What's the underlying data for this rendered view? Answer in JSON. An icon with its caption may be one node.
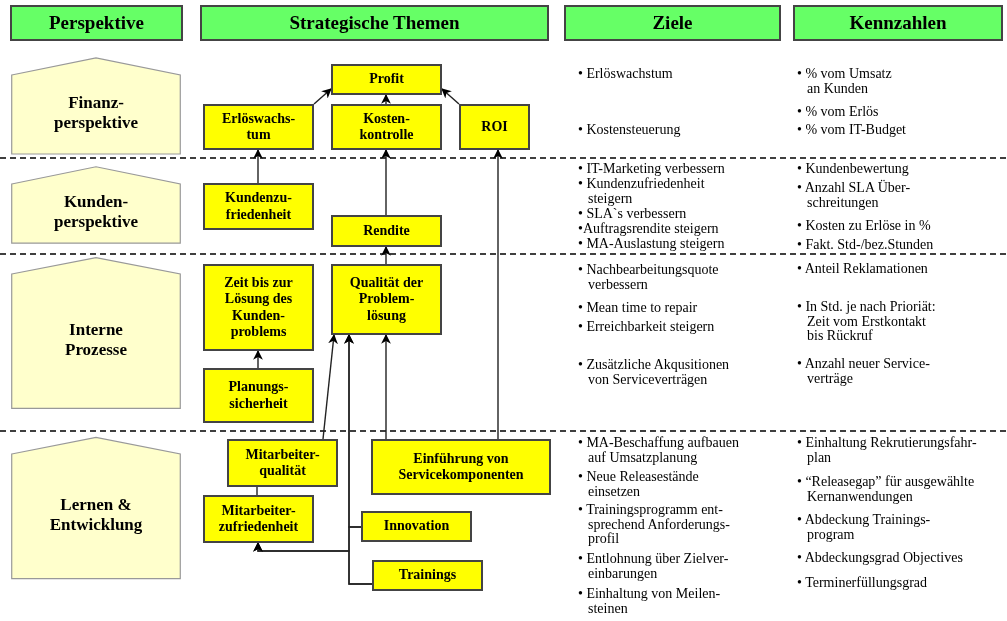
{
  "diagram": {
    "nodes": [
      {
        "text": [
          "Perspektive"
        ]
      },
      {
        "text": [
          "Strategische Themen"
        ]
      },
      {
        "text": [
          "Ziele"
        ]
      },
      {
        "text": [
          "Kennzahlen"
        ]
      },
      {
        "text": [
          "Finanz- perspektive"
        ]
      },
      {
        "text": [
          "Profit"
        ]
      },
      {
        "text": [
          "Erlöswachs- tum"
        ]
      },
      {
        "text": [
          "Kosten- kontrolle"
        ]
      },
      {
        "text": [
          "ROI"
        ]
      },
      {
        "text": [
          "Kunden- perspektive"
        ]
      },
      {
        "text": [
          "Kundenzu- friedenheit"
        ]
      },
      {
        "text": [
          "Rendite"
        ]
      },
      {
        "text": [
          "Interne Prozesse"
        ]
      },
      {
        "text": [
          "Zeit bis zur Lösung des Kunden- problems"
        ]
      },
      {
        "text": [
          "Qualität der Problem- lösung"
        ]
      },
      {
        "text": [
          "Planungs- sicherheit"
        ]
      },
      {
        "text": [
          "Lernen & Entwicklung"
        ]
      },
      {
        "text": [
          "Mitarbeiter- qualität"
        ]
      },
      {
        "text": [
          "Einführung von Servicekomponenten"
        ]
      },
      {
        "text": [
          "Mitarbeiter- zufriedenheit"
        ]
      },
      {
        "text": [
          "Innovation"
        ]
      },
      {
        "text": [
          "Trainings"
        ]
      }
    ],
    "edges": [
      {
        "from": 6,
        "to": 5,
        "arrow": "to"
      },
      {
        "from": 7,
        "to": 5,
        "arrow": "to"
      },
      {
        "from": 8,
        "to": 5,
        "arrow": "to"
      },
      {
        "from": 10,
        "to": 6,
        "arrow": "to"
      },
      {
        "from": 11,
        "to": 7,
        "arrow": "to"
      },
      {
        "from": 18,
        "to": 8,
        "arrow": "to"
      },
      {
        "from": 14,
        "to": 11,
        "arrow": "to"
      },
      {
        "from": 15,
        "to": 13,
        "arrow": "to"
      },
      {
        "from": 17,
        "to": 14,
        "arrow": "to"
      },
      {
        "from": 18,
        "to": 14,
        "arrow": "to"
      },
      {
        "from": 20,
        "to": 14,
        "arrow": "to"
      },
      {
        "from": 21,
        "to": 14,
        "arrow": "to"
      },
      {
        "from": 20,
        "to": 19,
        "arrow": "to"
      },
      {
        "from": 21,
        "to": 19,
        "arrow": "to"
      },
      {
        "from": 19,
        "to": 17,
        "arrow": "none"
      }
    ],
    "labels": [
      "• Erlöswachstum",
      "• Kostensteuerung",
      "• % vom Umsatz an Kunden",
      "• % vom Erlös",
      "• % vom IT-Budget",
      "• IT-Marketing verbessern",
      "• Kundenzufriedenheit steigern",
      "• SLA`s verbessern",
      "•Auftragsrendite steigern",
      "• MA-Auslastung steigern",
      "• Kundenbewertung",
      "• Anzahl SLA Über- schreitungen",
      "• Kosten zu Erlöse in %",
      "• Fakt. Std-/bez.Stunden",
      "• Nachbearbeitungsquote verbessern",
      "• Mean time to repair",
      "• Erreichbarkeit steigern",
      "• Zusätzliche Akqusitionen von Serviceverträgen",
      "• Anteil Reklamationen",
      "• In Std. je nach Prioriät: Zeit vom Erstkontakt bis Rückruf",
      "• Anzahl neuer Service- verträge",
      "• MA-Beschaffung aufbauen auf Umsatzplanung",
      "• Neue Releasestände einsetzen",
      "• Trainingsprogramm ent- sprechend Anforderungs- profil",
      "• Entlohnung über Zielver- einbarungen",
      "• Einhaltung von Meilen- steinen",
      "• Einhaltung Rekrutierungsfahr- plan",
      "• “Releasegap” für ausgewählte Kernanwendungen",
      "• Abdeckung Trainings- program",
      "• Abdeckungsgrad Objectives",
      "• Terminerfüllungsgrad"
    ]
  }
}
